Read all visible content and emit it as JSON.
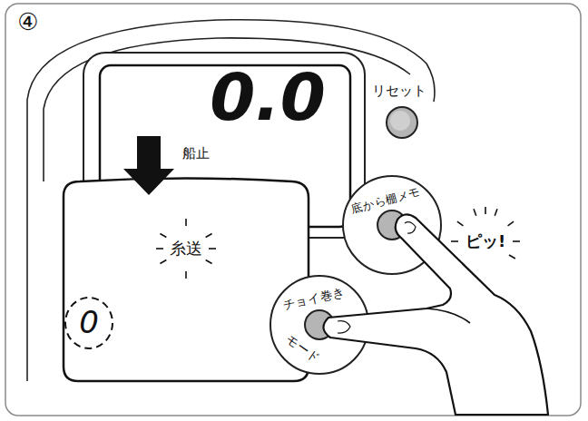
{
  "diagram": {
    "nodes": [
      {
        "text": [
          "0.0",
          "船止"
        ]
      },
      {
        "text": [
          "糸送"
        ]
      },
      {
        "text": [
          "0"
        ],
        "in": 1
      },
      {
        "text": [
          "リセット"
        ]
      },
      {
        "text": [
          "底から棚メモ"
        ]
      },
      {
        "text": [
          "チョイ巻き",
          "モード"
        ]
      }
    ],
    "labels": [
      "④",
      "ピッ!"
    ]
  }
}
